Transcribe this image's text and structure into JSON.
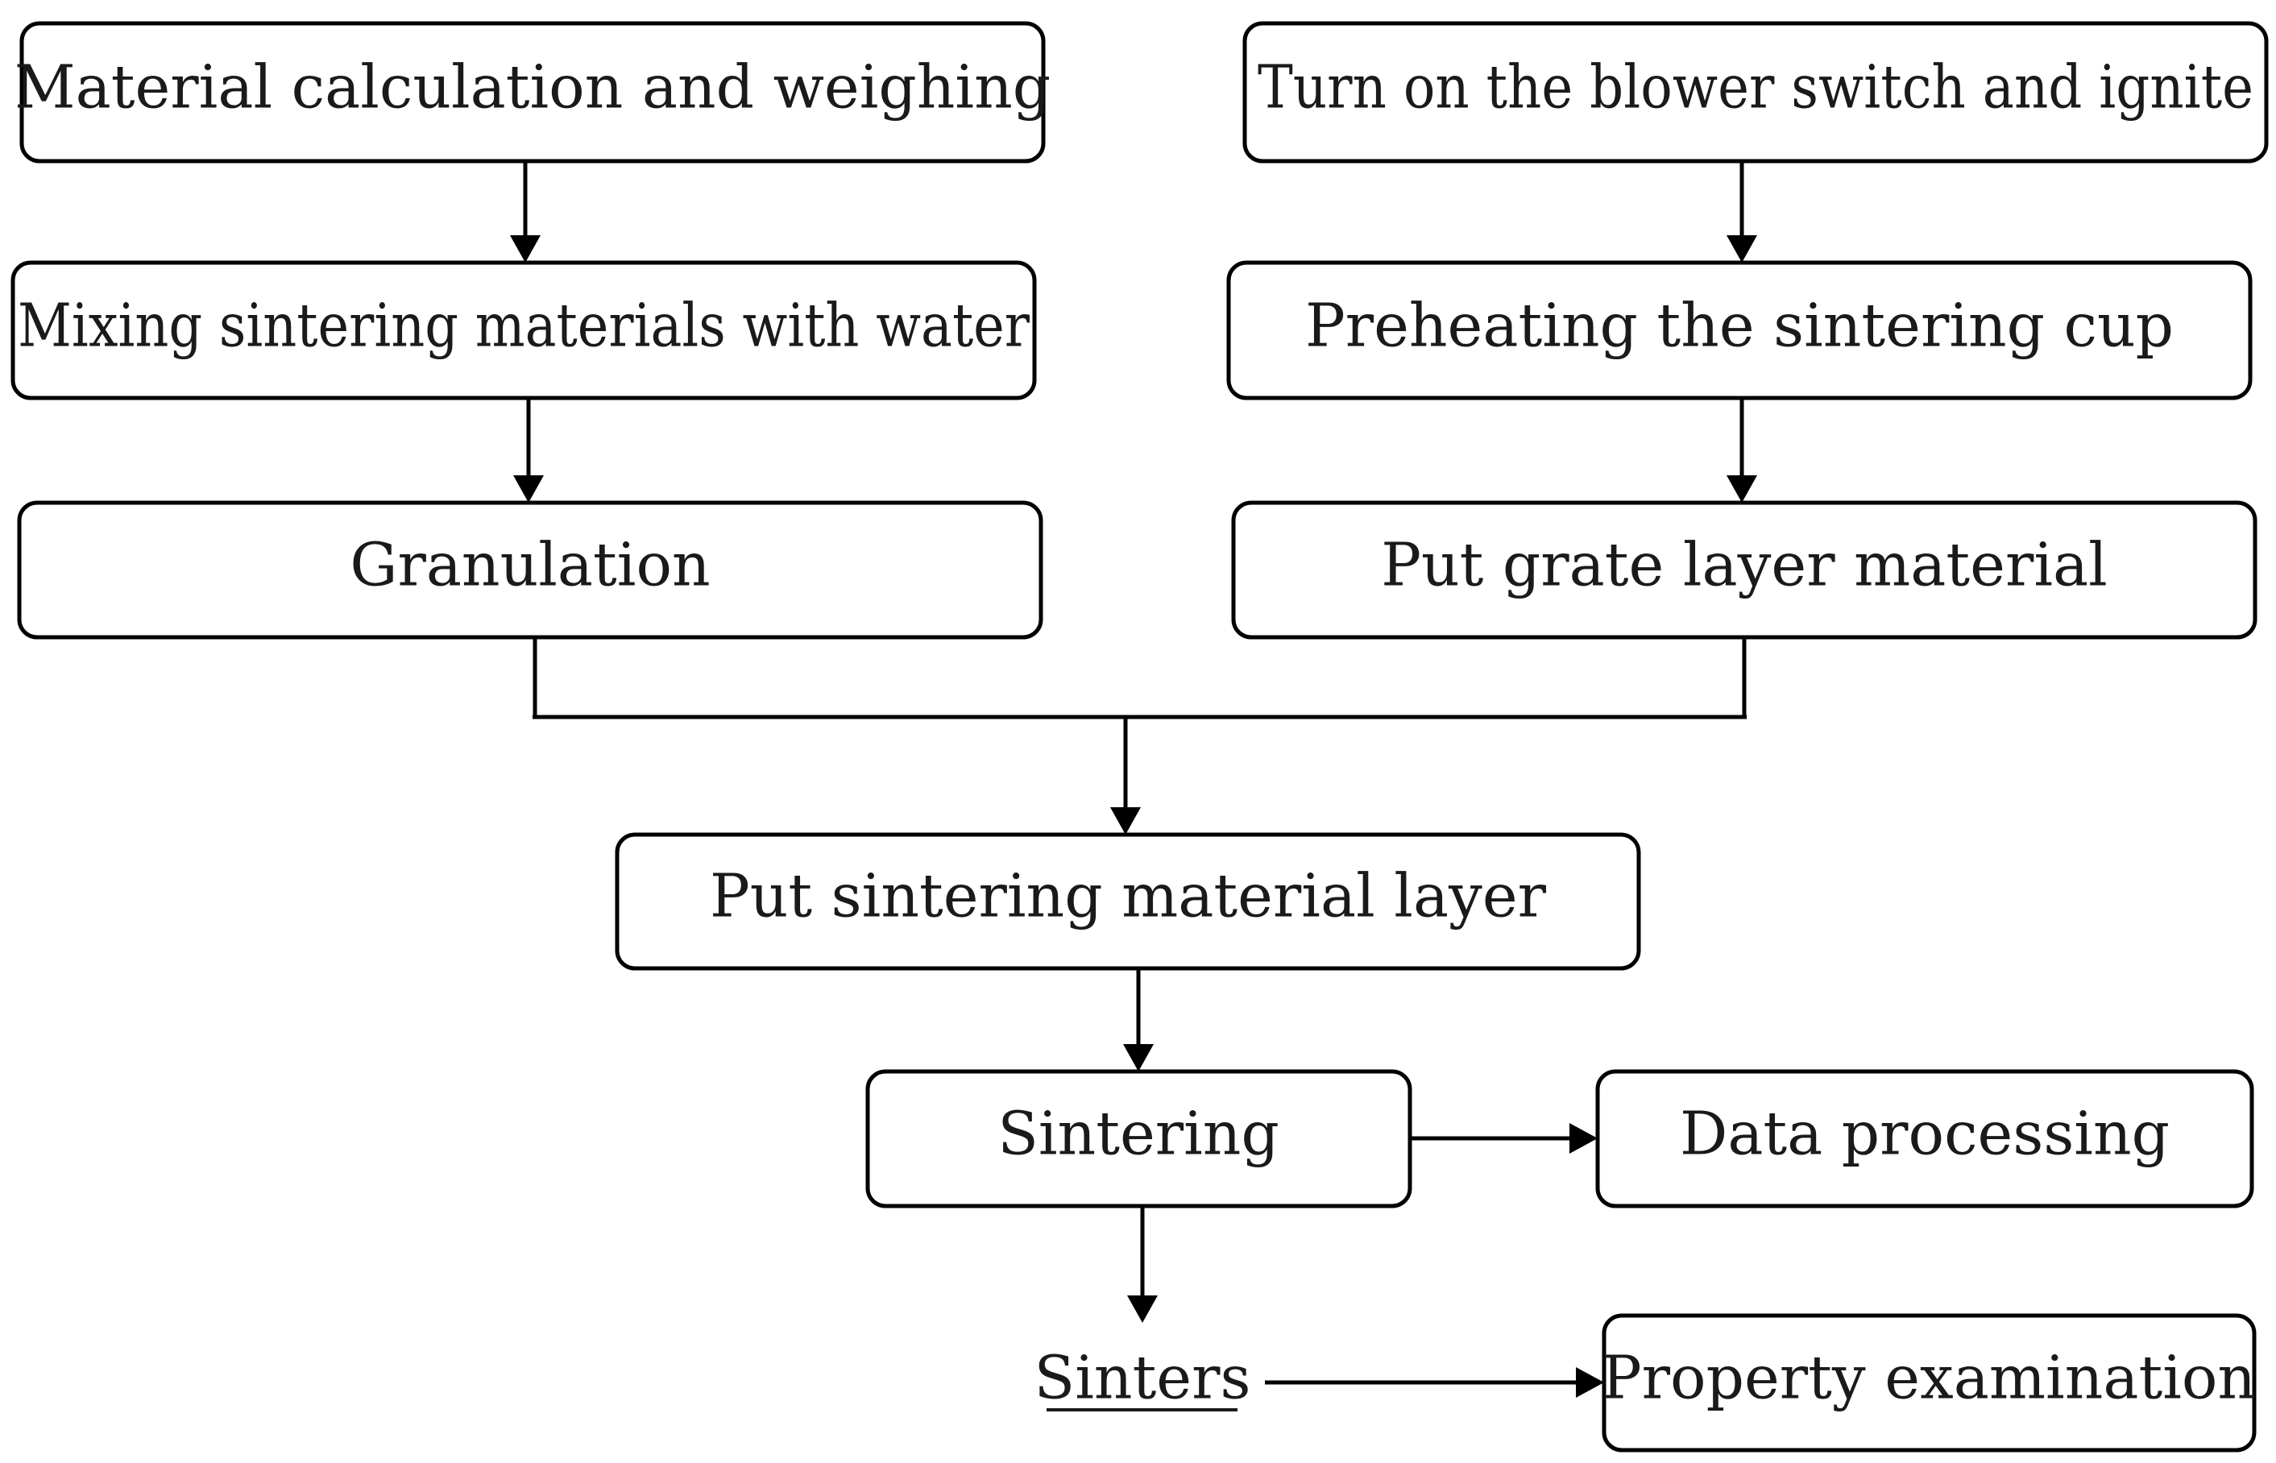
{
  "nodes": {
    "material_calc": "Material calculation and weighing",
    "mixing": "Mixing sintering materials with water",
    "granulation": "Granulation",
    "blower": "Turn on the blower switch and ignite",
    "preheating": "Preheating the sintering cup",
    "grate_layer": "Put grate layer material",
    "sintering_layer": "Put sintering material layer",
    "sintering": "Sintering",
    "data_processing": "Data processing",
    "sinters": "Sinters",
    "property_exam": "Property examination"
  }
}
